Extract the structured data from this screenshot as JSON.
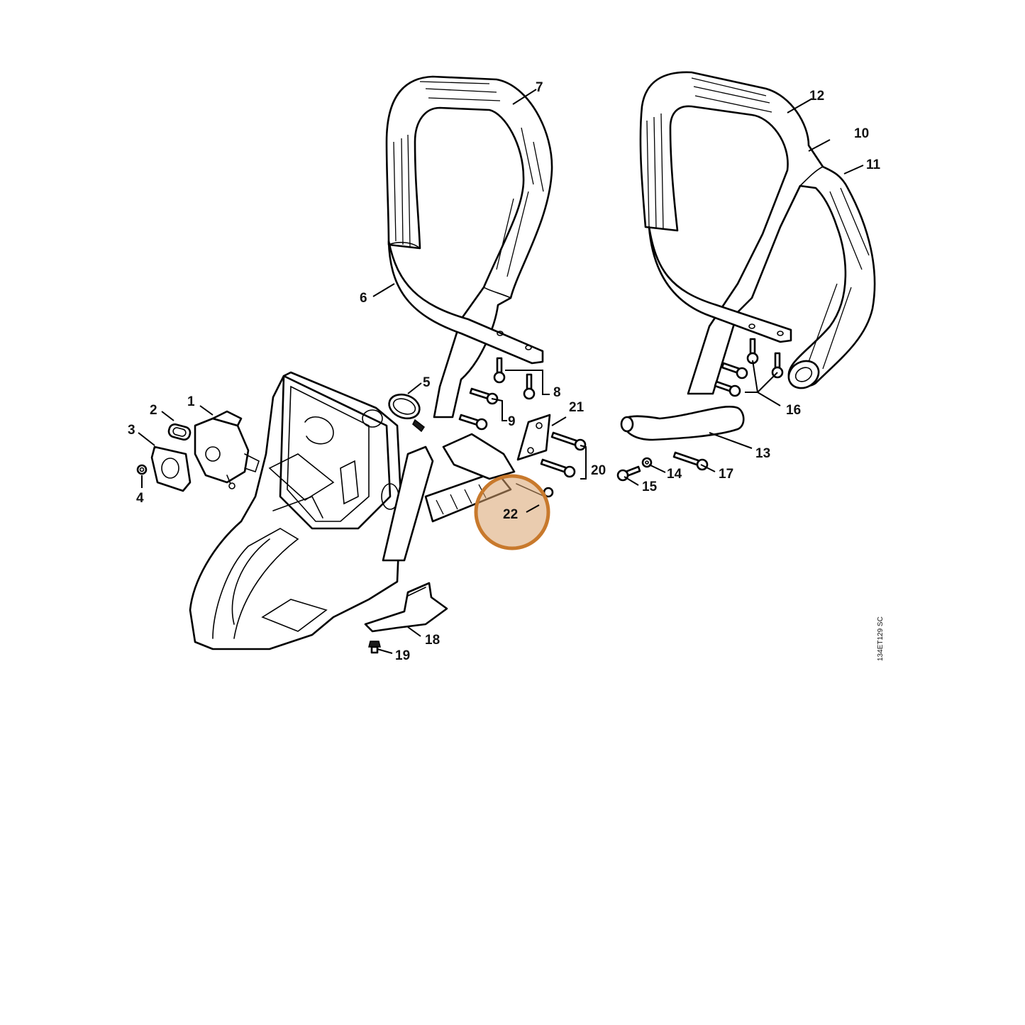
{
  "diagram_code": "134ET129 SC",
  "highlight": {
    "part": "22",
    "color": "#c8792c"
  },
  "callouts": [
    "1",
    "2",
    "3",
    "4",
    "5",
    "6",
    "7",
    "8",
    "9",
    "10",
    "11",
    "12",
    "13",
    "14",
    "15",
    "16",
    "17",
    "18",
    "19",
    "20",
    "21",
    "22"
  ]
}
